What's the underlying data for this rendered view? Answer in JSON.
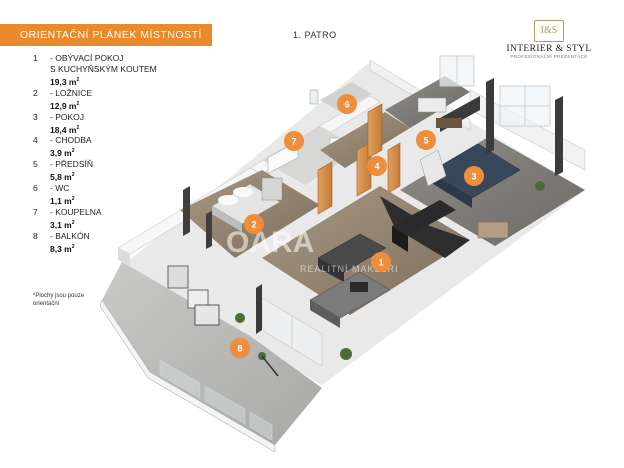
{
  "header": {
    "title": "ORIENTAČNÍ PLÁNEK MÍSTNOSTÍ"
  },
  "floor": {
    "label": "1. PATRO"
  },
  "brand": {
    "monogram": "I&S",
    "name": "INTERIER & STYL",
    "tagline": "PROFESIONÁLNÍ PREZENTACE"
  },
  "watermark": {
    "logo": "OARA",
    "text": "REALITNÍ MAKLÉŘI"
  },
  "legend": [
    {
      "num": "1",
      "name": "OBÝVACÍ POKOJ",
      "name2": "S KUCHYŇSKÝM KOUTEM",
      "area": "19,3 m",
      "unit_sup": "2"
    },
    {
      "num": "2",
      "name": "LOŽNICE",
      "name2": "",
      "area": "12,9 m",
      "unit_sup": "2"
    },
    {
      "num": "3",
      "name": "POKOJ",
      "name2": "",
      "area": "18,4 m",
      "unit_sup": "2"
    },
    {
      "num": "4",
      "name": "CHODBA",
      "name2": "",
      "area": "3,9 m",
      "unit_sup": "2"
    },
    {
      "num": "5",
      "name": "PŘEDSÍŇ",
      "name2": "",
      "area": "5,8 m",
      "unit_sup": "2"
    },
    {
      "num": "6",
      "name": "WC",
      "name2": "",
      "area": "1,1 m",
      "unit_sup": "2"
    },
    {
      "num": "7",
      "name": "KOUPELNA",
      "name2": "",
      "area": "3,1 m",
      "unit_sup": "2"
    },
    {
      "num": "8",
      "name": "BALKÓN",
      "name2": "",
      "area": "8,3 m",
      "unit_sup": "2"
    }
  ],
  "note": {
    "line1": "*Plochy jsou pouze",
    "line2": "orientační"
  },
  "markers": [
    {
      "label": "1"
    },
    {
      "label": "2"
    },
    {
      "label": "3"
    },
    {
      "label": "4"
    },
    {
      "label": "5"
    },
    {
      "label": "6"
    },
    {
      "label": "7"
    },
    {
      "label": "8"
    }
  ],
  "colors": {
    "accent": "#e98a2b",
    "marker": "#ee8d3c",
    "brand_gold": "#b79a62"
  }
}
